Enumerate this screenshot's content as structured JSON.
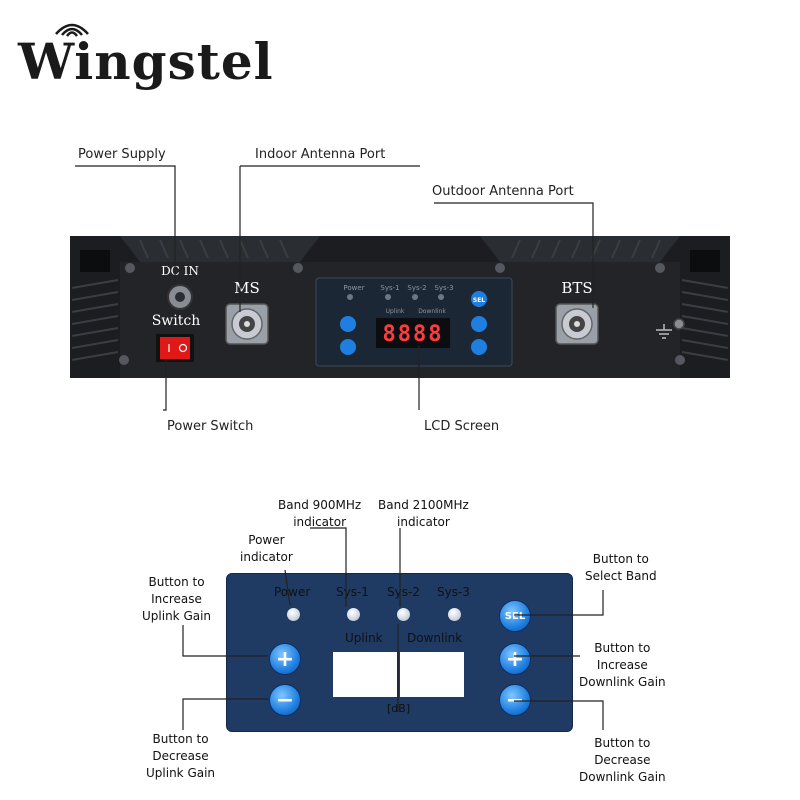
{
  "brand": {
    "name": "Wingstel"
  },
  "device": {
    "labels": {
      "dc_in": "DC IN",
      "ms": "MS",
      "bts": "BTS",
      "switch": "Switch",
      "panel_power": "Power",
      "panel_sys1": "Sys-1",
      "panel_sys2": "Sys-2",
      "panel_sys3": "Sys-3",
      "panel_uplink": "Uplink",
      "panel_downlink": "Downlink",
      "sel": "SEL",
      "lcd_digits": "8888"
    },
    "annotations": {
      "power_supply": "Power Supply",
      "indoor_port": "Indoor Antenna Port",
      "outdoor_port": "Outdoor Antenna Port",
      "power_switch": "Power Switch",
      "lcd_screen": "LCD Screen"
    }
  },
  "panel": {
    "labels": {
      "power": "Power",
      "sys1": "Sys-1",
      "sys2": "Sys-2",
      "sys3": "Sys-3",
      "uplink": "Uplink",
      "downlink": "Downlink",
      "db": "[dB]",
      "sel": "SEL",
      "plus": "+",
      "minus": "−"
    },
    "annotations": {
      "band900_line1": "Band 900MHz",
      "band900_line2": "indicator",
      "band2100_line1": "Band 2100MHz",
      "band2100_line2": "indicator",
      "power_ind_line1": "Power",
      "power_ind_line2": "indicator",
      "inc_uplink_line1": "Button to",
      "inc_uplink_line2": "Increase",
      "inc_uplink_line3": "Uplink Gain",
      "dec_uplink_line1": "Button to",
      "dec_uplink_line2": "Decrease",
      "dec_uplink_line3": "Uplink Gain",
      "sel_band_line1": "Button to",
      "sel_band_line2": "Select Band",
      "inc_down_line1": "Button to",
      "inc_down_line2": "Increase",
      "inc_down_line3": "Downlink Gain",
      "dec_down_line1": "Button to",
      "dec_down_line2": "Decrease",
      "dec_down_line3": "Downlink Gain"
    }
  },
  "colors": {
    "panel_bg": "#1f3a63",
    "button_blue": "#1f7fe0",
    "switch_red": "#e01818",
    "device_body": "#1b1d20",
    "lcd_red": "#ff3b3b"
  }
}
